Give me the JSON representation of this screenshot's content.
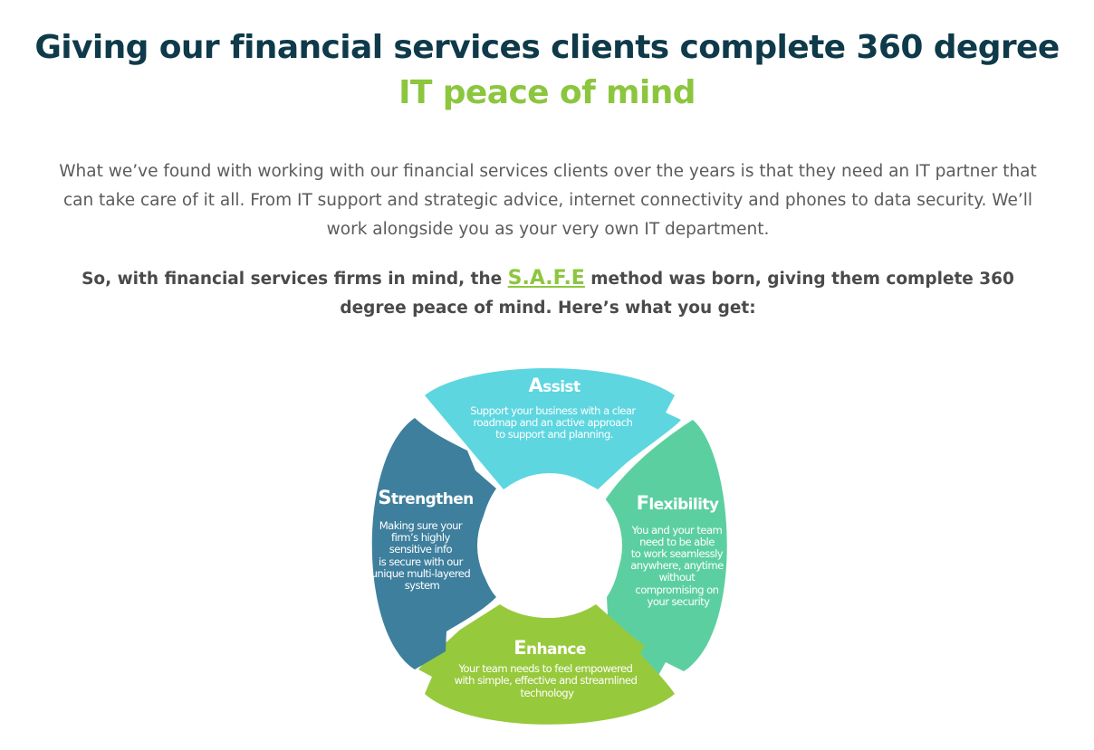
{
  "header": {
    "title_line_1": "Giving our financial services clients complete 360 degree",
    "title_line_2": "IT peace of mind"
  },
  "intro": {
    "text": "What we’ve found with working with our financial services clients over the years is that they need an IT partner that can take care of it all. From IT support and strategic advice, internet connectivity and phones to data security. We’ll work alongside you as your very own IT department."
  },
  "lead": {
    "before": "So, with financial services firms in mind, the ",
    "link": "S.A.F.E",
    "after": " method was born, giving them complete 360 degree peace of mind. Here’s what you get:"
  },
  "diagram": {
    "assist": {
      "title_initial": "A",
      "title_rest": "ssist",
      "body": [
        "Support your business with a clear",
        "roadmap and an active approach",
        "to support and planning."
      ],
      "color": "#5dd6e0"
    },
    "flexibility": {
      "title_initial": "F",
      "title_rest": "lexibility",
      "body": [
        "You and your team",
        "need to be able",
        "to work seamlessly",
        "anywhere, anytime",
        "without",
        "compromising on",
        "your security"
      ],
      "color": "#5ccfa0"
    },
    "enhance": {
      "title_initial": "E",
      "title_rest": "nhance",
      "body": [
        "Your team needs to feel empowered",
        "with simple, effective and  streamlined",
        "technology"
      ],
      "color": "#97c93c"
    },
    "strengthen": {
      "title_initial": "S",
      "title_rest": "trengthen",
      "body": [
        "Making sure your",
        "firm’s highly",
        "sensitive info",
        "is secure with our",
        "unique multi-layered",
        "system"
      ],
      "color": "#3e7f9d"
    }
  }
}
